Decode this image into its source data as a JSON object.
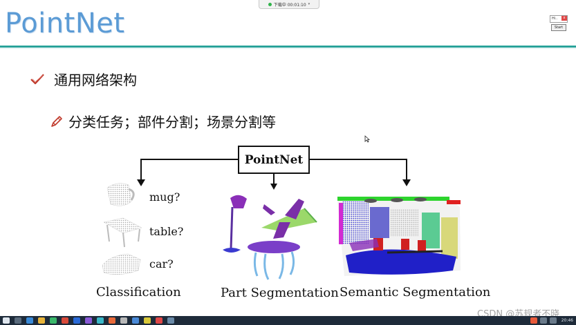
{
  "meeting": {
    "status": "下载中 00:01:10"
  },
  "slide": {
    "title": "PointNet",
    "bullet1": "通用网络架构",
    "bullet2": "分类任务；部件分割；场景分割等"
  },
  "mini_widget": {
    "label": "Hi..",
    "close": "x",
    "button": "Start"
  },
  "figure": {
    "center_label": "PointNet",
    "object_labels": [
      "mug?",
      "table?",
      "car?"
    ],
    "captions": [
      "Classification",
      "Part Segmentation",
      "Semantic Segmentation"
    ]
  },
  "watermark": "CSDN @苏规者不晓",
  "taskbar": {
    "time": "20:46"
  },
  "colors": {
    "title": "#5b9bd5",
    "rule": "#2aa39a",
    "check": "#c0392b",
    "taskbar": "#1e2b3a"
  }
}
